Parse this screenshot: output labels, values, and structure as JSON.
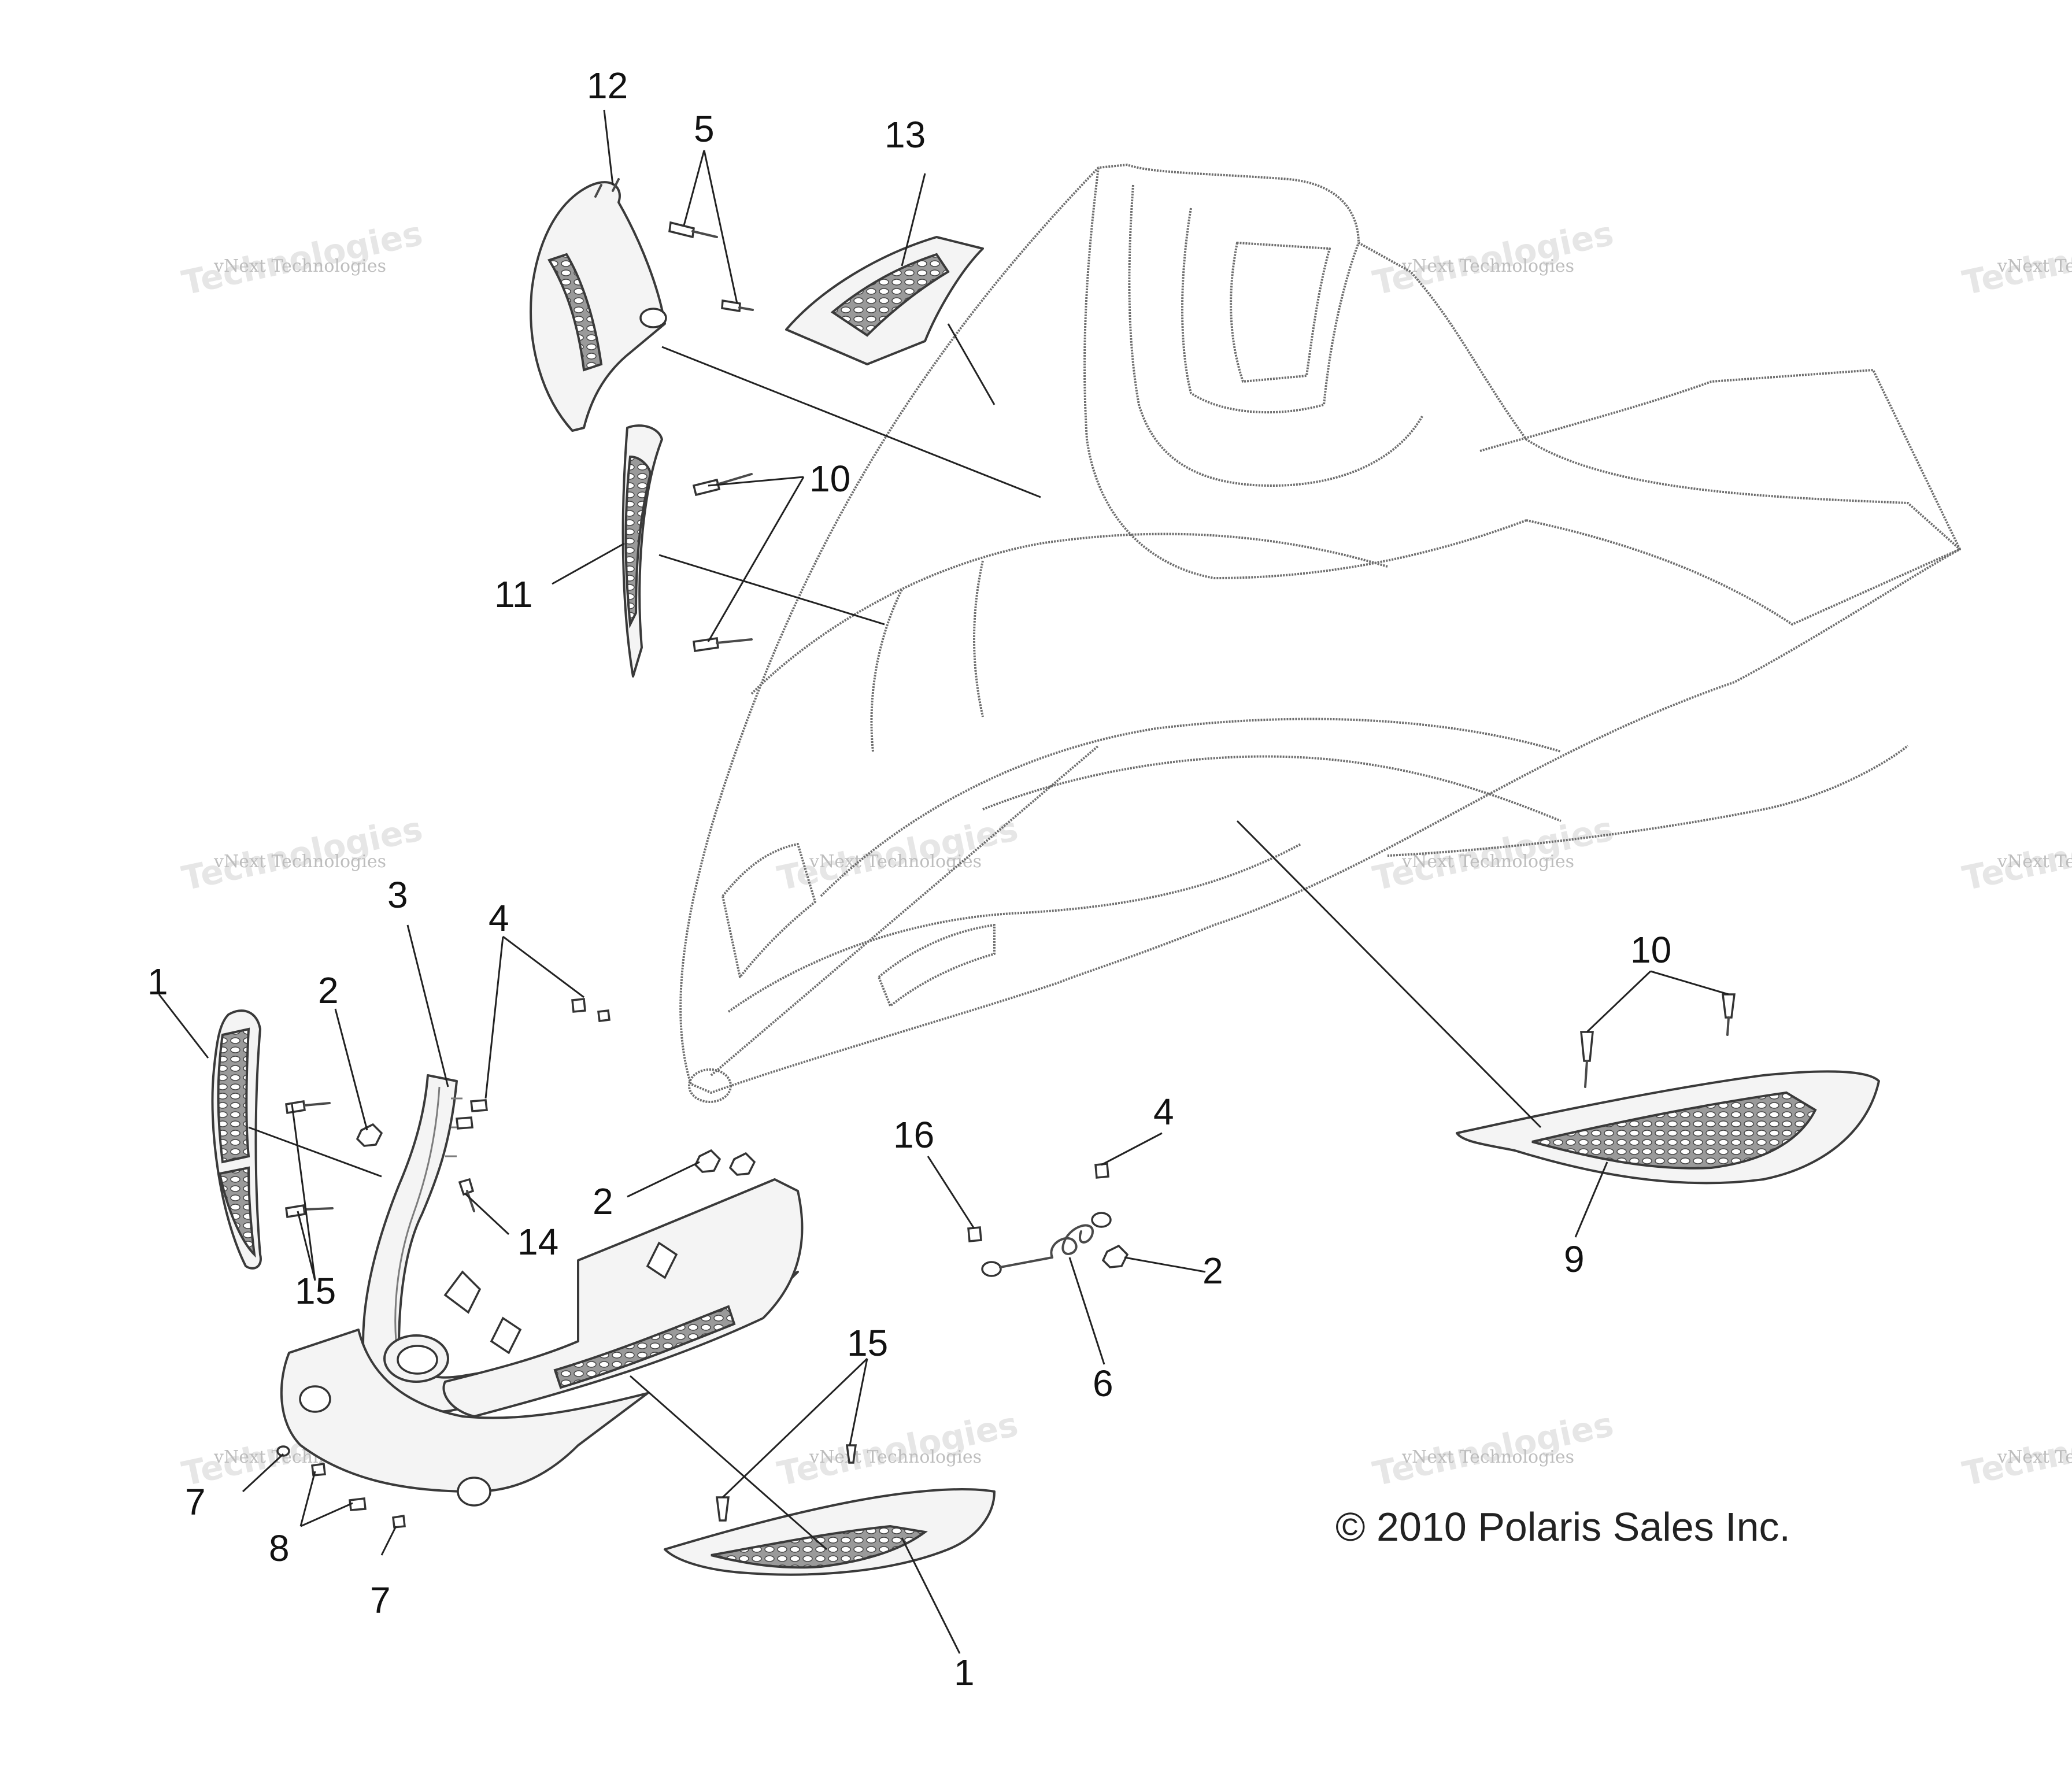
{
  "diagram": {
    "callouts": [
      {
        "id": "c12",
        "label": "12"
      },
      {
        "id": "c5",
        "label": "5"
      },
      {
        "id": "c13",
        "label": "13"
      },
      {
        "id": "c10a",
        "label": "10"
      },
      {
        "id": "c11",
        "label": "11"
      },
      {
        "id": "c3",
        "label": "3"
      },
      {
        "id": "c4a",
        "label": "4"
      },
      {
        "id": "c1a",
        "label": "1"
      },
      {
        "id": "c2a",
        "label": "2"
      },
      {
        "id": "c2b",
        "label": "2"
      },
      {
        "id": "c14",
        "label": "14"
      },
      {
        "id": "c15a",
        "label": "15"
      },
      {
        "id": "c16",
        "label": "16"
      },
      {
        "id": "c4b",
        "label": "4"
      },
      {
        "id": "c2c",
        "label": "2"
      },
      {
        "id": "c6",
        "label": "6"
      },
      {
        "id": "c10b",
        "label": "10"
      },
      {
        "id": "c9",
        "label": "9"
      },
      {
        "id": "c15b",
        "label": "15"
      },
      {
        "id": "c7a",
        "label": "7"
      },
      {
        "id": "c8",
        "label": "8"
      },
      {
        "id": "c7b",
        "label": "7"
      },
      {
        "id": "c1b",
        "label": "1"
      }
    ],
    "copyright": "© 2010 Polaris Sales Inc.",
    "watermark": {
      "line1": "vNext Technologies",
      "line2": "Technologies",
      "line2_partial": "Techno"
    }
  }
}
